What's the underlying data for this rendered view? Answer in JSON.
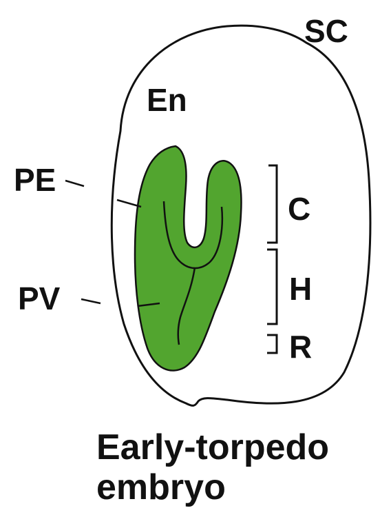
{
  "labels": {
    "sc": "SC",
    "en": "En",
    "pe": "PE",
    "pv": "PV",
    "c": "C",
    "h": "H",
    "r": "R"
  },
  "caption": {
    "line1": "Early-torpedo",
    "line2": "embryo"
  },
  "colors": {
    "embryo_fill": "#52a52f",
    "stroke": "#111111",
    "background": "#ffffff"
  }
}
